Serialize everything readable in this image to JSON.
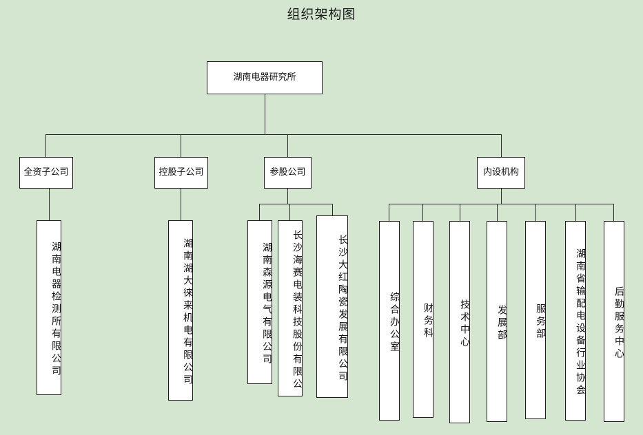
{
  "page": {
    "title": "组织架构图",
    "background_color": "#d4e6d0",
    "node_fill_color": "#ffffff",
    "node_border_color": "#1d1d1d",
    "connector_color": "#2a2a2a",
    "text_color": "#111111"
  },
  "org_chart": {
    "type": "org-tree",
    "root": {
      "label": "湖南电器研究所"
    },
    "level2": [
      {
        "label": "全资子公司"
      },
      {
        "label": "控股子公司"
      },
      {
        "label": "参股公司"
      },
      {
        "label": "内设机构"
      }
    ],
    "leaves": {
      "wholly_owned": [
        {
          "label": "湖南电器检测所有限公司"
        }
      ],
      "holding": [
        {
          "label": "湖南湖大徕来机电有限公司"
        }
      ],
      "equity": [
        {
          "label": "湖南森源电气有限公司"
        },
        {
          "label": "长沙海赛电装科技股份有限公"
        },
        {
          "label": "长沙大红陶瓷发展有限公司"
        }
      ],
      "internal": [
        {
          "label": "综合办公室"
        },
        {
          "label": "财务科"
        },
        {
          "label": "技术中心"
        },
        {
          "label": "发展部"
        },
        {
          "label": "服务部"
        },
        {
          "label": "湖南省输配电设备行业协会"
        },
        {
          "label": "后勤服务中心"
        }
      ]
    }
  }
}
